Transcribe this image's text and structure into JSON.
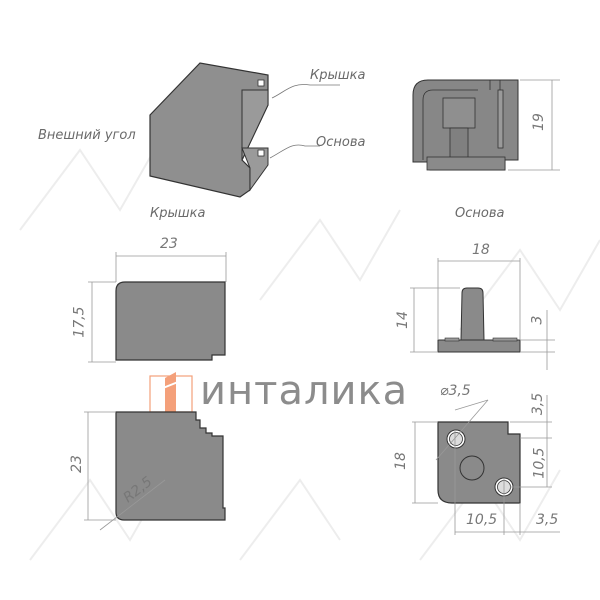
{
  "labels": {
    "external_corner": "Внешний угол",
    "cover_callout": "Крышка",
    "base_callout": "Основа",
    "cover_section_title": "Крышка",
    "base_section_title": "Основа"
  },
  "brand": {
    "name": "инталика",
    "accent_color": "#f4a07a",
    "text_color": "#8c8c8c"
  },
  "dimensions": {
    "side_view_height": "19",
    "cover_width": "23",
    "cover_height": "17,5",
    "cover_top_height": "23",
    "cover_radius": "R2,5",
    "base_width": "18",
    "base_height": "14",
    "base_plate_thickness": "3",
    "hole_diameter": "3,5",
    "base_top_depth": "18",
    "hole_offset_top": "3,5",
    "hole_spacing_vertical": "10,5",
    "hole_spacing_horizontal": "10,5",
    "hole_offset_right": "3,5"
  },
  "colors": {
    "part_fill": "#8a8a8a",
    "part_stroke": "#333333",
    "dim_line": "#8a8a8a",
    "watermark": "#eeeeee"
  }
}
